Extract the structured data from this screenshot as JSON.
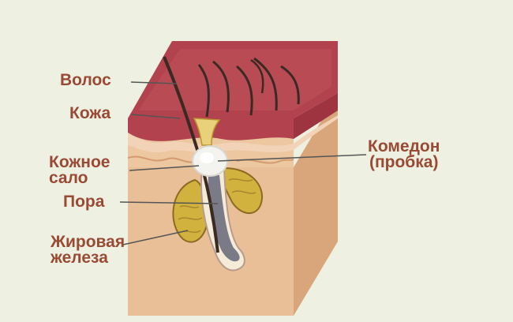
{
  "labels": {
    "hair": "Волос",
    "skin": "Кожа",
    "sebum_line1": "Кожное",
    "sebum_line2": "сало",
    "pore": "Пора",
    "gland_line1": "Жировая",
    "gland_line2": "железа",
    "comedo_line1": "Комедон",
    "comedo_line2": "(пробка)"
  },
  "colors": {
    "background": "#eef1e2",
    "label_text": "#9a4a34",
    "epidermis": "#b2424d",
    "dermis": "#e9bf97",
    "gland": "#d2b23e",
    "comedo": "#f3f3ef",
    "leader_line": "#555555"
  }
}
